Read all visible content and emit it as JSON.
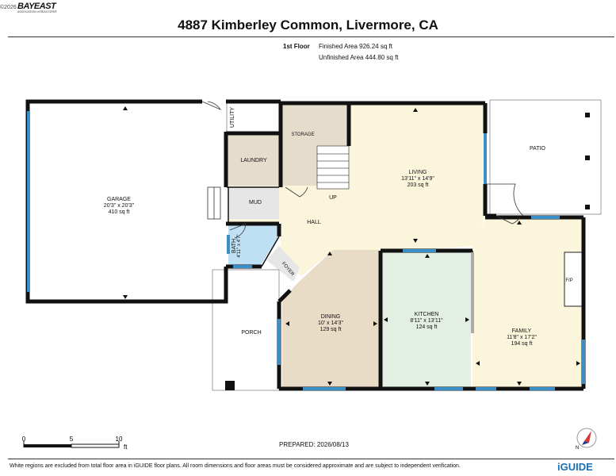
{
  "header": {
    "copyright": "©2026",
    "logo_text": "BAYEAST",
    "logo_subtext": "ASSOCIATION of REALTORS®",
    "title": "4887 Kimberley Common, Livermore, CA"
  },
  "floor_info": {
    "floor_label": "1st Floor",
    "finished_area": "Finished Area 926.24 sq ft",
    "unfinished_area": "Unfinished Area 444.80 sq ft"
  },
  "rooms": {
    "garage": {
      "name": "GARAGE",
      "dims": "20'3\" x 20'3\"",
      "area": "410 sq ft"
    },
    "utility": {
      "name": "UTILITY"
    },
    "laundry": {
      "name": "LAUNDRY"
    },
    "storage": {
      "name": "STORAGE"
    },
    "mud": {
      "name": "MUD"
    },
    "hall": {
      "name": "HALL"
    },
    "up": {
      "name": "UP"
    },
    "bath": {
      "name": "BATH",
      "dims": "4'11\" x 4'7\""
    },
    "foyer": {
      "name": "FOYER"
    },
    "porch": {
      "name": "PORCH"
    },
    "living": {
      "name": "LIVING",
      "dims": "13'11\" x 14'9\"",
      "area": "203 sq ft"
    },
    "patio": {
      "name": "PATIO"
    },
    "dining": {
      "name": "DINING",
      "dims": "10' x 14'3\"",
      "area": "129 sq ft"
    },
    "kitchen": {
      "name": "KITCHEN",
      "dims": "8'11\" x 13'11\"",
      "area": "124 sq ft"
    },
    "family": {
      "name": "FAMILY",
      "dims": "11'8\" x 17'2\"",
      "area": "194 sq ft"
    },
    "fp": {
      "name": "F/P"
    }
  },
  "scale": {
    "ticks": [
      "0",
      "5",
      "10"
    ],
    "unit": "ft"
  },
  "compass": {
    "label": "N"
  },
  "prepared": "PREPARED: 2026/08/13",
  "footer": {
    "note": "White regions are excluded from total floor area in iGUIDE floor plans. All room dimensions and floor areas must be considered approximate and are subject to independent verification.",
    "brand": "iGUIDE"
  },
  "colors": {
    "wall": "#111111",
    "window": "#3a8fc9",
    "garage_fill": "#ffffff",
    "utility_fill": "#e6e6e6",
    "laundry_fill": "#e6dccb",
    "storage_fill": "#e6dccb",
    "hall_fill": "#fbf5dc",
    "living_fill": "#fbf5dc",
    "bath_fill": "#bfe0f3",
    "dining_fill": "#e8dcc6",
    "kitchen_fill": "#e3efe3",
    "family_fill": "#fbf5dc",
    "porch_fill": "#ffffff",
    "patio_fill": "#ffffff",
    "brand": "#1a6fb4"
  }
}
